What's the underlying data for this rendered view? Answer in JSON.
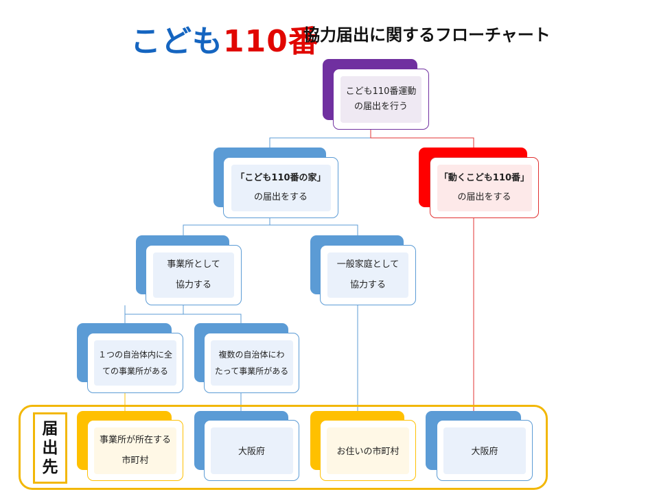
{
  "header": {
    "logo_kodomo": "こども",
    "logo_number": "110番",
    "title": "協力届出に関するフローチャート"
  },
  "nodes": {
    "root": {
      "line1": "こども110番運動",
      "line2": "の届出を行う"
    },
    "house": {
      "line1": "「こども110番の家」",
      "line2": "の届出をする"
    },
    "moving": {
      "line1": "「動くこども110番」",
      "line2": "の届出をする"
    },
    "business": {
      "line1": "事業所として",
      "line2": "協力する"
    },
    "household": {
      "line1": "一般家庭として",
      "line2": "協力する"
    },
    "single_muni": {
      "line1": "１つの自治体内に全",
      "line2": "ての事業所がある"
    },
    "multi_muni": {
      "line1": "複数の自治体にわ",
      "line2": "たって事業所がある"
    }
  },
  "destinations": {
    "label_chars": [
      "届",
      "出",
      "先"
    ],
    "dest1": {
      "line1": "事業所が所在する",
      "line2": "市町村"
    },
    "dest2": {
      "line1": "大阪府"
    },
    "dest3": {
      "line1": "お住いの市町村"
    },
    "dest4": {
      "line1": "大阪府"
    }
  },
  "colors": {
    "purple": "#7030a0",
    "blue": "#5b9bd5",
    "red": "#ff0000",
    "yellow": "#ffc000",
    "logo_blue": "#1565c0",
    "logo_red": "#e10600"
  }
}
